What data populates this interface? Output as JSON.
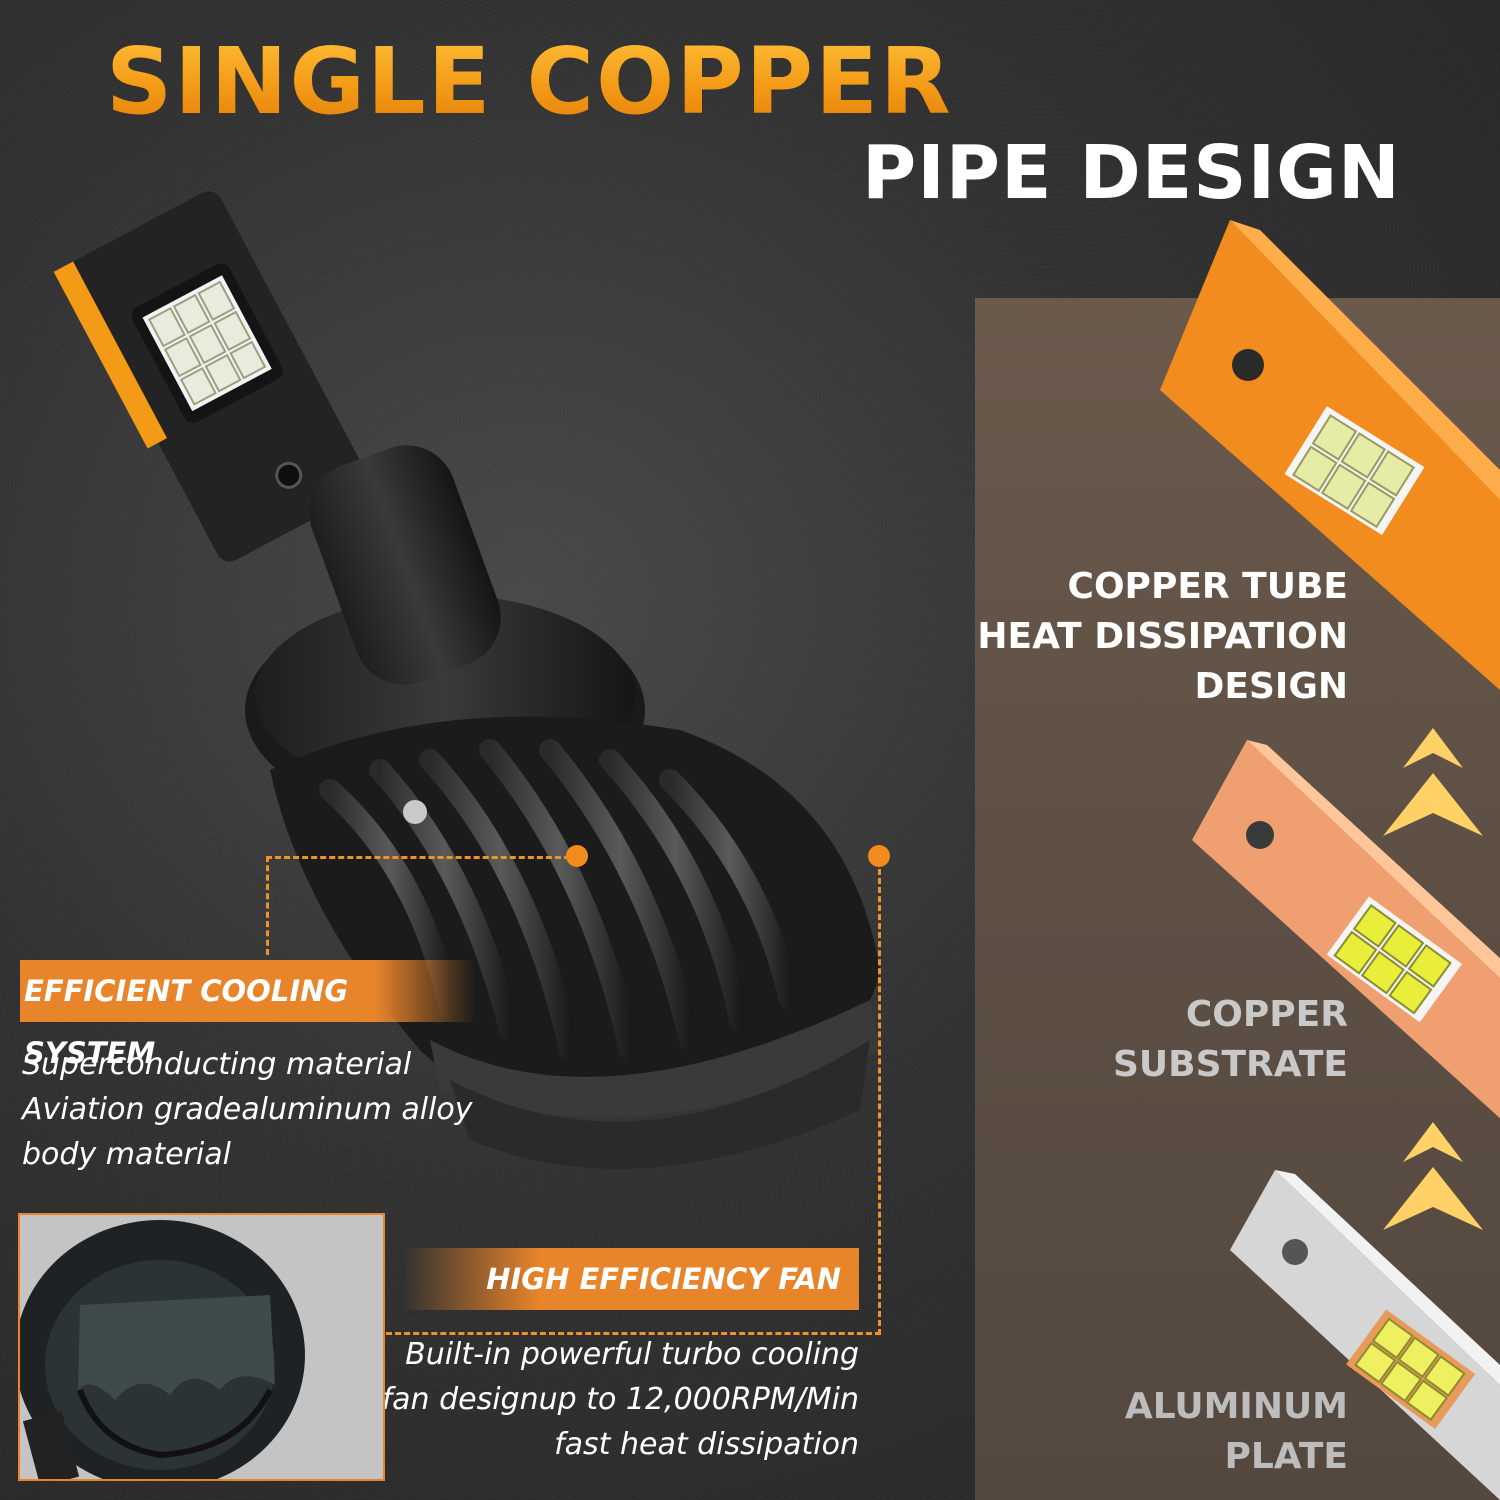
{
  "title": {
    "line1": "SINGLE COPPER",
    "line2": "PIPE DESIGN"
  },
  "layers": [
    {
      "lines": [
        "COPPER TUBE",
        "HEAT DISSIPATION",
        "DESIGN"
      ],
      "color": "#f28c1e"
    },
    {
      "lines": [
        "COPPER",
        "SUBSTRATE"
      ],
      "color": "#e89a6c"
    },
    {
      "lines": [
        "ALUMINUM",
        "PLATE"
      ],
      "color": "#c9c9c9"
    }
  ],
  "features": {
    "cooling": {
      "title": "EFFICIENT COOLING SYSTEM",
      "lines": [
        "Superconducting material",
        "Aviation gradealuminum alloy",
        "body material"
      ]
    },
    "fan": {
      "title": "HIGH EFFICIENCY FAN",
      "lines": [
        "Built-in powerful turbo cooling",
        "fan designup to 12,000RPM/Min",
        "fast heat dissipation"
      ]
    }
  },
  "colors": {
    "accent": "#e8842a",
    "title_orange": "#f39a16",
    "chevron": "#ffd166"
  },
  "icons": [
    "led-bulb",
    "chevron-up-icon"
  ]
}
